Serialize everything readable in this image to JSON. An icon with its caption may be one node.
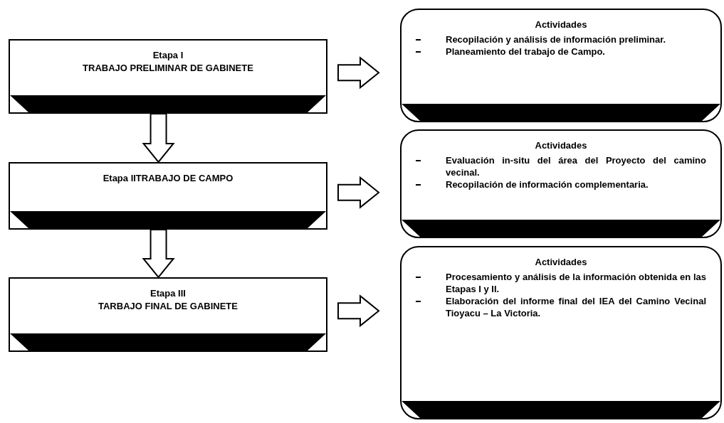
{
  "diagram": {
    "nodes": [
      {
        "text": [
          "Etapa I",
          "TRABAJO PRELIMINAR DE GABINETE"
        ]
      },
      {
        "text": [
          "Etapa IITRABAJO DE CAMPO"
        ]
      },
      {
        "text": [
          "Etapa III",
          "TARBAJO FINAL DE GABINETE"
        ]
      },
      {
        "text": [
          "Actividades",
          "Recopilación y análisis de información preliminar.",
          "Planeamiento del trabajo de Campo."
        ]
      },
      {
        "text": [
          "Actividades",
          "Evaluación in-situ del área del Proyecto del camino vecinal.",
          "Recopilación de información complementaria."
        ]
      },
      {
        "text": [
          "Actividades",
          "Procesamiento y análisis de la información obtenida en las Etapas I y II.",
          "Elaboración del informe final del IEA del Camino Vecinal Tioyacu – La Victoria."
        ]
      }
    ],
    "edges": [
      {
        "from": 0,
        "to": 1,
        "arrow": "to"
      },
      {
        "from": 1,
        "to": 2,
        "arrow": "to"
      },
      {
        "from": 0,
        "to": 3,
        "arrow": "to"
      },
      {
        "from": 1,
        "to": 4,
        "arrow": "to"
      },
      {
        "from": 2,
        "to": 5,
        "arrow": "to"
      }
    ]
  }
}
